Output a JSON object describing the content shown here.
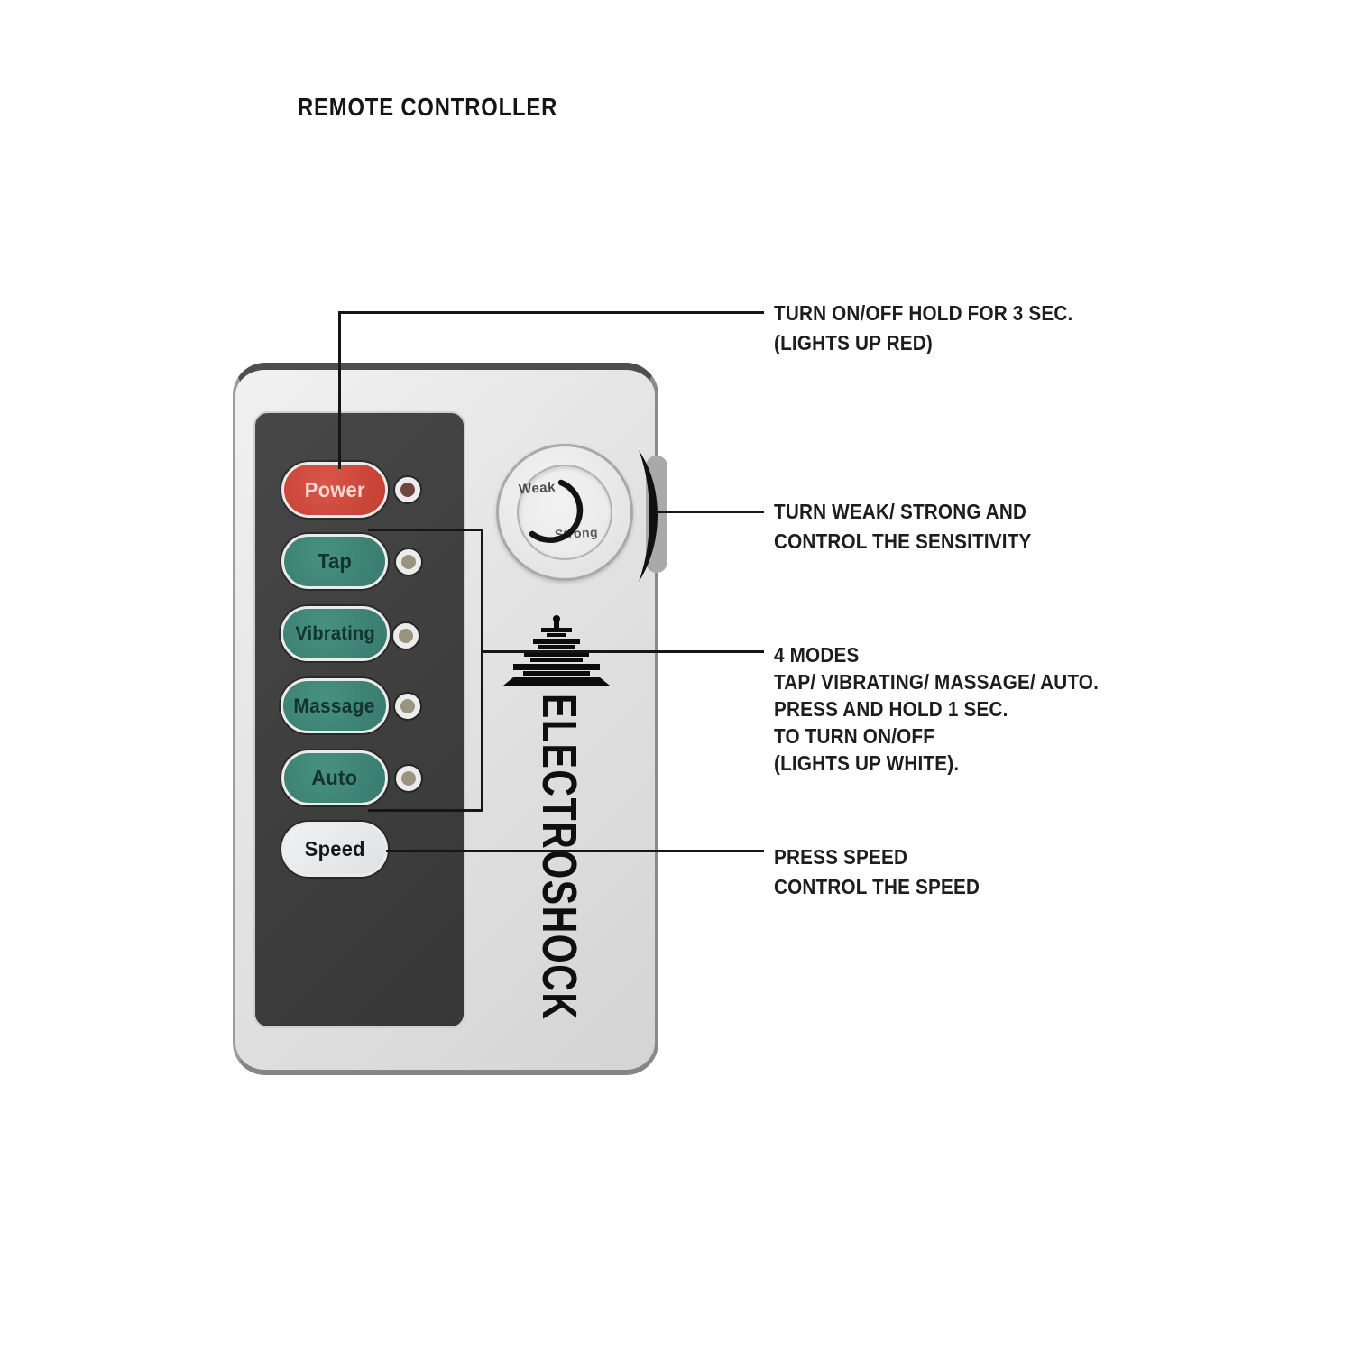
{
  "title": "REMOTE CONTROLLER",
  "remote": {
    "buttons": [
      {
        "label": "Power"
      },
      {
        "label": "Tap"
      },
      {
        "label": "Vibrating"
      },
      {
        "label": "Massage"
      },
      {
        "label": "Auto"
      },
      {
        "label": "Speed"
      }
    ],
    "dial": {
      "weak_label": "Weak",
      "strong_label": "Strong"
    },
    "brand": "ELECTROSHOCK"
  },
  "annotations": {
    "power": {
      "lines": [
        "TURN ON/OFF HOLD FOR 3 SEC.",
        "(LIGHTS UP RED)"
      ]
    },
    "sensitivity": {
      "lines": [
        "TURN WEAK/ STRONG AND",
        "CONTROL THE SENSITIVITY"
      ]
    },
    "modes": {
      "lines": [
        "4 MODES",
        "TAP/ VIBRATING/ MASSAGE/ AUTO.",
        "PRESS AND HOLD 1 SEC.",
        "TO TURN ON/OFF",
        "(LIGHTS UP WHITE)."
      ]
    },
    "speed": {
      "lines": [
        "PRESS SPEED",
        "CONTROL THE SPEED"
      ]
    }
  },
  "colors": {
    "power_red": "#c9402f",
    "mode_teal": "#3e8579",
    "speed_gray": "#e7e9ea",
    "panel_dark": "#3d3d3d",
    "body_silver": "#e5e5e5",
    "led_power": "#6f453d",
    "led_mode": "#9a9480",
    "text_black": "#1d1d1d"
  }
}
